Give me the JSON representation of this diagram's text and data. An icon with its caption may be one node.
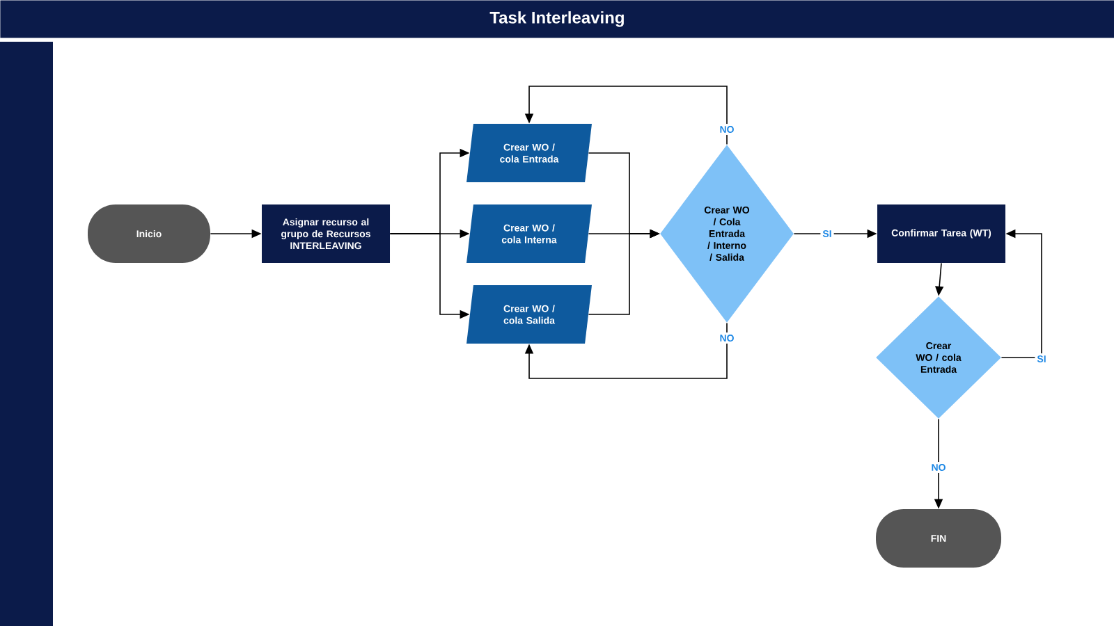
{
  "diagram": {
    "title": "Task Interleaving",
    "nodes": [
      {
        "text": [
          "Inicio"
        ]
      },
      {
        "text": [
          "Asignar recurso al grupo de Recursos INTERLEAVING"
        ]
      },
      {
        "text": [
          "Crear WO / cola Entrada"
        ]
      },
      {
        "text": [
          "Crear WO / cola Interna"
        ]
      },
      {
        "text": [
          "Crear WO / cola Salida"
        ]
      },
      {
        "text": [
          "Crear WO / Cola Entrada / Interno / Salida"
        ]
      },
      {
        "text": [
          "Confirmar Tarea (WT)"
        ]
      },
      {
        "text": [
          "Crear WO / cola Entrada"
        ]
      },
      {
        "text": [
          "FIN"
        ]
      }
    ],
    "edges": [
      {
        "from": 0,
        "to": 1,
        "arrow": "to"
      },
      {
        "from": 1,
        "to": 2,
        "arrow": "to"
      },
      {
        "from": 1,
        "to": 3,
        "arrow": "to"
      },
      {
        "from": 1,
        "to": 4,
        "arrow": "to"
      },
      {
        "from": 2,
        "to": 5,
        "arrow": "to"
      },
      {
        "from": 3,
        "to": 5,
        "arrow": "to"
      },
      {
        "from": 4,
        "to": 5,
        "arrow": "to"
      },
      {
        "from": 5,
        "to": 2,
        "arrow": "to",
        "label": "NO"
      },
      {
        "from": 5,
        "to": 4,
        "arrow": "to",
        "label": "NO"
      },
      {
        "from": 5,
        "to": 6,
        "arrow": "to",
        "label": "SI"
      },
      {
        "from": 6,
        "to": 7,
        "arrow": "to"
      },
      {
        "from": 7,
        "to": 6,
        "arrow": "to",
        "label": "SI"
      },
      {
        "from": 7,
        "to": 8,
        "arrow": "to",
        "label": "NO"
      }
    ]
  }
}
